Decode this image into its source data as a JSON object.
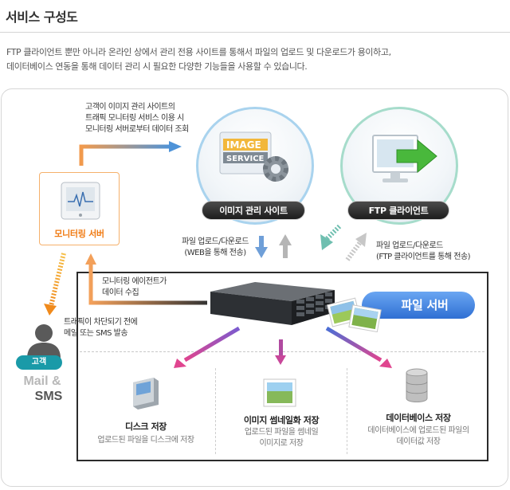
{
  "header": {
    "title": "서비스 구성도",
    "intro_line1": "FTP 클라이언트 뿐만 아니라 온라인 상에서 관리 전용 사이트를 통해서 파일의 업로드 및 다운로드가 용이하고,",
    "intro_line2": "데이터베이스 연동을 통해 데이터 관리 시 필요한 다양한 기능들을 사용할 수 있습니다."
  },
  "diagram": {
    "image_site": {
      "label": "이미지 관리 사이트",
      "logo_line1": "IMAGE",
      "logo_line2": "SERVICE"
    },
    "ftp_client": {
      "label": "FTP 클라이언트"
    },
    "monitoring_server": {
      "label": "모니터링 서버"
    },
    "file_server": {
      "label": "파일 서버"
    },
    "customer": {
      "badge": "고객",
      "channel_line1": "Mail &",
      "channel_line2": "SMS"
    },
    "notes": {
      "traffic_query": [
        "고객이 이미지 관리 사이트의",
        "트래픽 모니터링 서비스 이용 시",
        "모니터링 서버로부터 데이터 조회"
      ],
      "web_upload": [
        "파일 업로드/다운로드",
        "(WEB을 통해 전송)"
      ],
      "ftp_upload": [
        "파일 업로드/다운로드",
        "(FTP 클라이언트를 통해 전송)"
      ],
      "agent_collect": [
        "모니터링 에이전트가",
        "데이터 수집"
      ],
      "alert": [
        "트래픽이 차단되기 전에",
        "메일 또는 SMS 발송"
      ]
    },
    "features": [
      {
        "title": "디스크 저장",
        "desc": [
          "업로드된 파일을 디스크에 저장"
        ]
      },
      {
        "title": "이미지 썸네일화 저장",
        "desc": [
          "업로드된 파일을 썸네일",
          "이미지로 저장"
        ]
      },
      {
        "title": "데이터베이스 저장",
        "desc": [
          "데이터베이스에 업로드된 파일의",
          "데이터값 저장"
        ]
      }
    ],
    "colors": {
      "accent_orange": "#f07a12",
      "image_site_ring": "#a9d3ee",
      "ftp_ring": "#a6dccb",
      "file_server_blue": "#2f6fd3",
      "customer_teal": "#1a9aa8",
      "feature_arrow_pink": "#e0458f",
      "feature_arrow_blue": "#4a6fd6"
    },
    "icons": [
      "monitor-icon",
      "image-service-icon",
      "gear-icon",
      "ftp-monitor-icon",
      "green-arrow-icon",
      "server-rack-icon",
      "photo-icon",
      "person-icon",
      "disk-icon",
      "thumbnail-icon",
      "database-icon"
    ]
  }
}
